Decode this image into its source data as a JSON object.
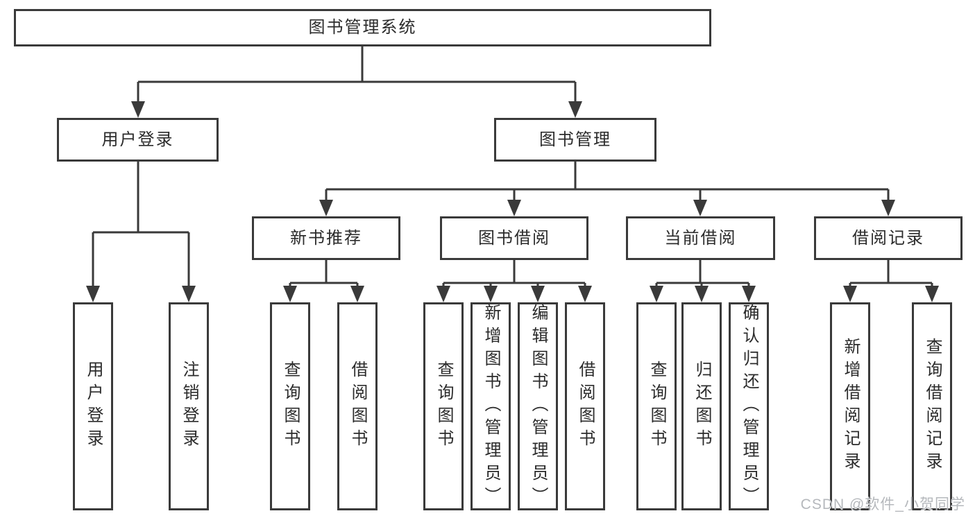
{
  "diagram": {
    "title": "图书管理系统",
    "level2": [
      {
        "id": "user-login",
        "label": "用户登录"
      },
      {
        "id": "book-management",
        "label": "图书管理"
      }
    ],
    "level3": [
      {
        "id": "new-book-recommend",
        "label": "新书推荐",
        "parent": "图书管理"
      },
      {
        "id": "book-borrowing",
        "label": "图书借阅",
        "parent": "图书管理"
      },
      {
        "id": "current-borrowing",
        "label": "当前借阅",
        "parent": "图书管理"
      },
      {
        "id": "borrowing-records",
        "label": "借阅记录",
        "parent": "图书管理"
      }
    ],
    "leaves": [
      {
        "label": "用户登录",
        "parent": "用户登录"
      },
      {
        "label": "注销登录",
        "parent": "用户登录"
      },
      {
        "label": "查询图书",
        "parent": "新书推荐"
      },
      {
        "label": "借阅图书",
        "parent": "新书推荐"
      },
      {
        "label": "查询图书",
        "parent": "图书借阅"
      },
      {
        "label": "新增图书（管理员）",
        "parent": "图书借阅"
      },
      {
        "label": "编辑图书（管理员）",
        "parent": "图书借阅"
      },
      {
        "label": "借阅图书",
        "parent": "图书借阅"
      },
      {
        "label": "查询图书",
        "parent": "当前借阅"
      },
      {
        "label": "归还图书",
        "parent": "当前借阅"
      },
      {
        "label": "确认归还（管理员）",
        "parent": "当前借阅"
      },
      {
        "label": "新增借阅记录",
        "parent": "借阅记录"
      },
      {
        "label": "查询借阅记录",
        "parent": "借阅记录"
      }
    ],
    "watermark": "CSDN @软件_小贺同学",
    "colors": {
      "line": "#3a3a3a",
      "text": "#2b2b2b",
      "watermark": "#b5b8bc",
      "background": "#ffffff"
    }
  }
}
